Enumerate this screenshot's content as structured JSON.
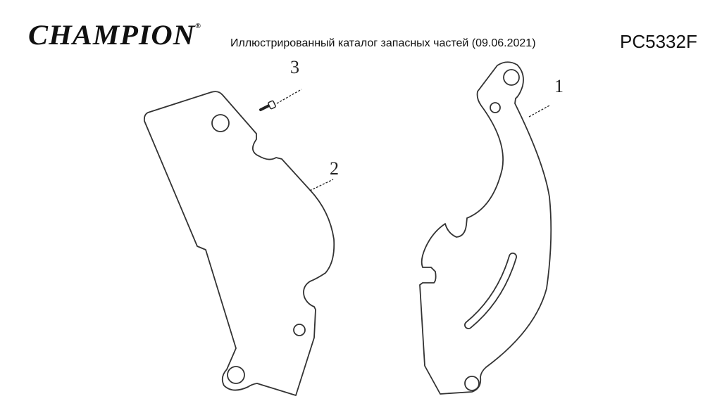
{
  "header": {
    "logo_text": "CHAMPION",
    "logo_mark": "®",
    "title": "Иллюстрированный каталог запасных частей (09.06.2021)",
    "model": "PC5332F"
  },
  "diagram": {
    "callouts": [
      "1",
      "2",
      "3"
    ]
  }
}
